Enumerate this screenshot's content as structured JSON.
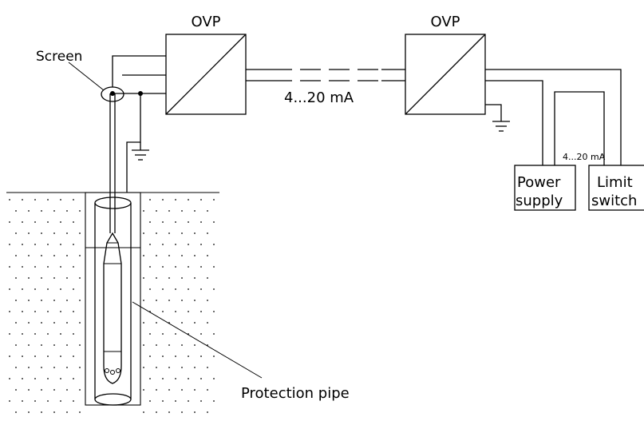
{
  "labels": {
    "ovp_left": "OVP",
    "ovp_right": "OVP",
    "screen": "Screen",
    "signal_line": "4...20 mA",
    "signal_small": "4...20 mA",
    "power_supply_line1": "Power",
    "power_supply_line2": "supply",
    "limit_switch_line1": "Limit",
    "limit_switch_line2": "switch",
    "protection_pipe": "Protection pipe"
  }
}
